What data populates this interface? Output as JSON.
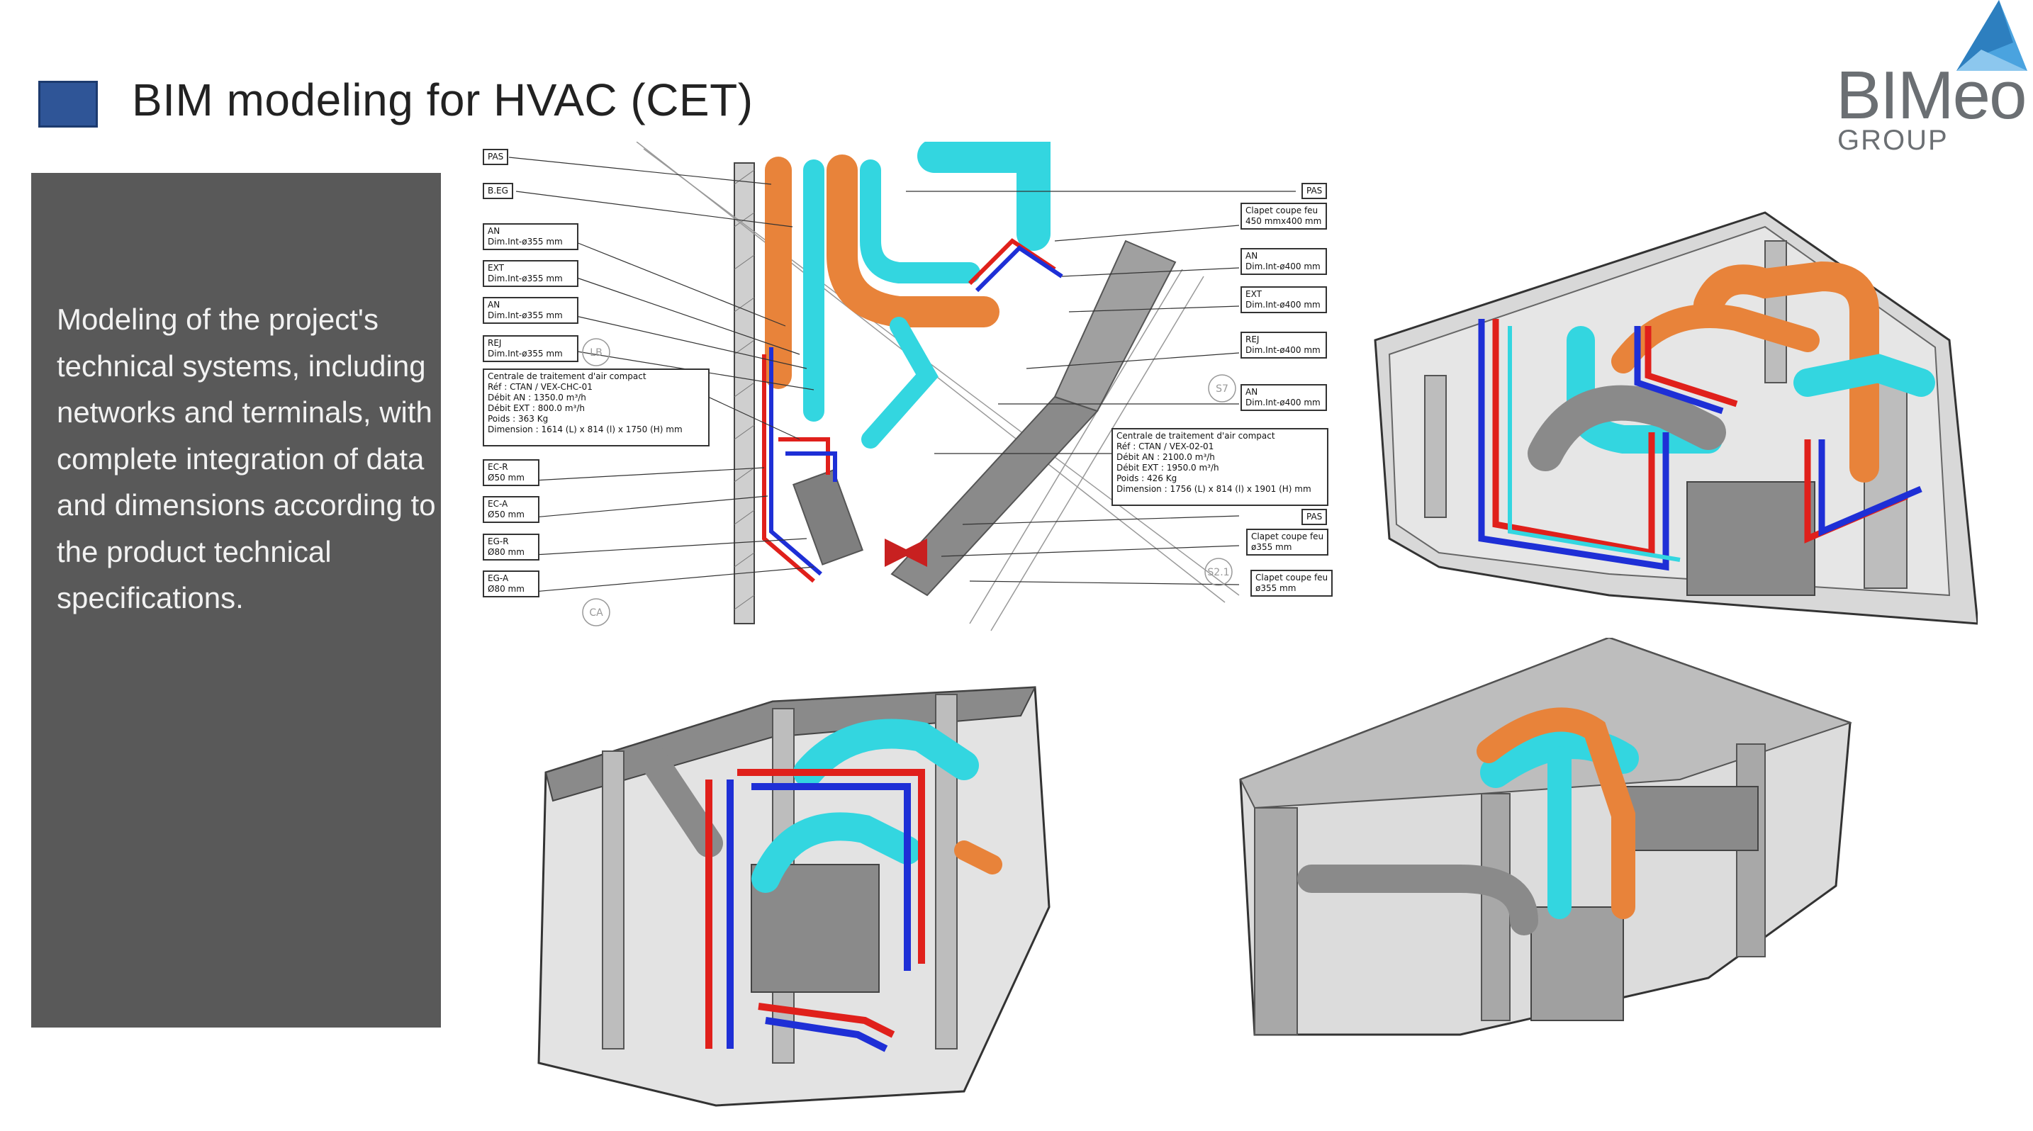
{
  "header": {
    "title": "BIM modeling for HVAC (CET)"
  },
  "logo": {
    "name": "BIMeo",
    "group": "GROUP"
  },
  "panel": {
    "text": "Modeling of the project's technical systems, including networks and terminals, with complete integration of data and dimensions according to the product technical specifications."
  },
  "plan": {
    "left_labels": [
      {
        "id": "pas",
        "lines": [
          "PAS"
        ]
      },
      {
        "id": "beg",
        "lines": [
          "B.EG"
        ]
      },
      {
        "id": "an1",
        "lines": [
          "AN",
          "Dim.Int-ø355 mm"
        ]
      },
      {
        "id": "ext1",
        "lines": [
          "EXT",
          "Dim.Int-ø355 mm"
        ]
      },
      {
        "id": "an2",
        "lines": [
          "AN",
          "Dim.Int-ø355 mm"
        ]
      },
      {
        "id": "rej1",
        "lines": [
          "REJ",
          "Dim.Int-ø355 mm"
        ]
      },
      {
        "id": "ctan1",
        "lines": [
          "Centrale de traitement d'air compact",
          "Réf : CTAN / VEX-CHC-01",
          "Débit AN : 1350.0 m³/h",
          "Débit EXT : 800.0 m³/h",
          "Poids : 363 Kg",
          "Dimension : 1614 (L) x 814 (l) x 1750 (H) mm"
        ]
      },
      {
        "id": "ecr",
        "lines": [
          "EC-R",
          "Ø50 mm"
        ]
      },
      {
        "id": "eca",
        "lines": [
          "EC-A",
          "Ø50 mm"
        ]
      },
      {
        "id": "egr",
        "lines": [
          "EG-R",
          "Ø80 mm"
        ]
      },
      {
        "id": "ega",
        "lines": [
          "EG-A",
          "Ø80 mm"
        ]
      }
    ],
    "right_labels": [
      {
        "id": "pas2",
        "lines": [
          "PAS"
        ]
      },
      {
        "id": "clapet1",
        "lines": [
          "Clapet coupe feu",
          "450 mmx400 mm"
        ]
      },
      {
        "id": "an3",
        "lines": [
          "AN",
          "Dim.Int-ø400 mm"
        ]
      },
      {
        "id": "ext2",
        "lines": [
          "EXT",
          "Dim.Int-ø400 mm"
        ]
      },
      {
        "id": "rej2",
        "lines": [
          "REJ",
          "Dim.Int-ø400 mm"
        ]
      },
      {
        "id": "an4",
        "lines": [
          "AN",
          "Dim.Int-ø400 mm"
        ]
      },
      {
        "id": "ctan2",
        "lines": [
          "Centrale de traitement d'air compact",
          "Réf : CTAN / VEX-02-01",
          "Débit AN : 2100.0 m³/h",
          "Débit EXT : 1950.0 m³/h",
          "Poids : 426 Kg",
          "Dimension : 1756 (L) x 814 (l) x 1901 (H) mm"
        ]
      },
      {
        "id": "pas3",
        "lines": [
          "PAS"
        ]
      },
      {
        "id": "clapet2",
        "lines": [
          "Clapet coupe feu",
          "ø355 mm"
        ]
      },
      {
        "id": "clapet3",
        "lines": [
          "Clapet coupe feu",
          "ø355 mm"
        ]
      }
    ],
    "grid_markers": [
      "LB",
      "S7",
      "S2.1",
      "CA"
    ]
  },
  "colors": {
    "title_square": "#2f5597",
    "panel_bg": "#595959",
    "duct_orange": "#e8833a",
    "duct_cyan": "#33d6e0",
    "pipe_red": "#e0201b",
    "pipe_blue": "#1e2fd6",
    "duct_gray": "#8a8a8a",
    "logo_blue": "#4aa3df"
  },
  "icons": [
    "logo-triangle-icon"
  ]
}
